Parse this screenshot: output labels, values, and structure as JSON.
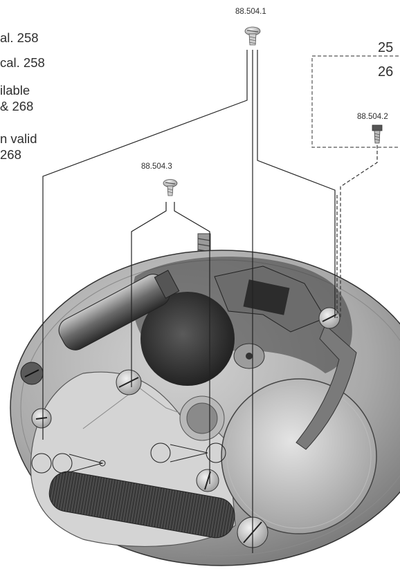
{
  "notes": {
    "line1": "al. 258",
    "line2": "cal. 258",
    "line3a": "ilable",
    "line3b": "& 268",
    "line4a": "n valid",
    "line4b": "268"
  },
  "variant_box": {
    "line1": "25",
    "line2": "26"
  },
  "parts": {
    "screw_top": "88.504.1",
    "screw_variant": "88.504.2",
    "screw_mid": "88.504.3"
  }
}
